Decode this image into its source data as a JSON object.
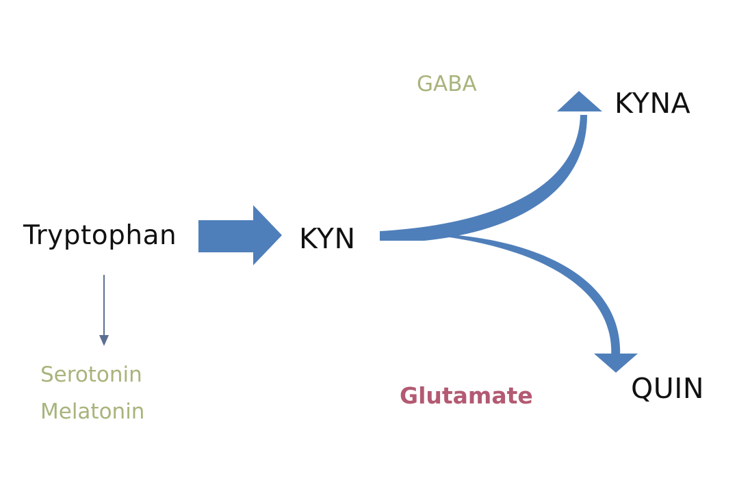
{
  "diagram": {
    "title": "Tryptophan metabolism pathway",
    "nodes": {
      "tryptophan": "Tryptophan",
      "kyn": "KYN",
      "kyna": "KYNA",
      "quin": "QUIN",
      "serotonin": "Serotonin",
      "melatonin": "Melatonin",
      "gaba": "GABA",
      "glutamate": "Glutamate"
    },
    "edges": [
      {
        "from": "Tryptophan",
        "to": "KYN",
        "style": "thick-block-arrow"
      },
      {
        "from": "KYN",
        "to": "KYNA",
        "style": "curved-arrow"
      },
      {
        "from": "KYN",
        "to": "QUIN",
        "style": "curved-arrow"
      },
      {
        "from": "Tryptophan",
        "to": "Serotonin / Melatonin",
        "style": "thin-arrow"
      }
    ],
    "colors": {
      "arrow": "#4f7fba",
      "thin_arrow": "#5b6f92",
      "primary_text": "#111111",
      "secondary_text": "#a7b47c",
      "glutamate_text": "#b35a72",
      "background": "#ffffff"
    }
  }
}
